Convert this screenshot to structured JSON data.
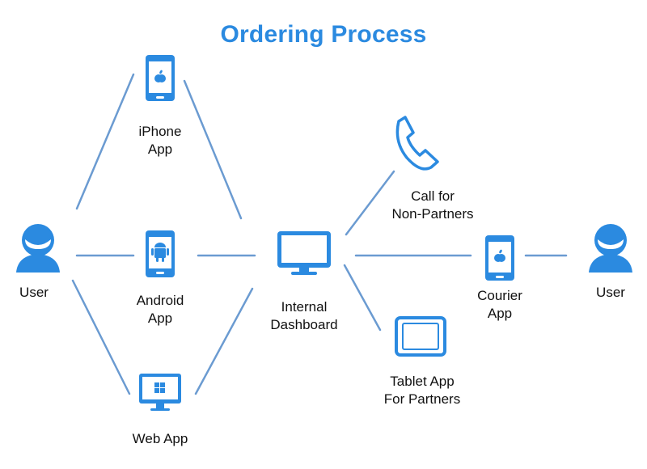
{
  "title": "Ordering Process",
  "colors": {
    "title": "#2b8ae0",
    "icon": "#2b8ae0",
    "connector": "#6b9bd1",
    "text": "#111111"
  },
  "nodes": {
    "user_left": {
      "label": "User",
      "icon": "user-icon"
    },
    "iphone_app": {
      "line1": "iPhone",
      "line2": "App",
      "icon": "iphone-icon"
    },
    "android_app": {
      "line1": "Android",
      "line2": "App",
      "icon": "android-phone-icon"
    },
    "web_app": {
      "label": "Web App",
      "icon": "desktop-windows-icon"
    },
    "internal_dashboard": {
      "line1": "Internal",
      "line2": "Dashboard",
      "icon": "monitor-icon"
    },
    "call_non_partners": {
      "line1": "Call for",
      "line2": "Non-Partners",
      "icon": "phone-handset-icon"
    },
    "courier_app": {
      "line1": "Courier",
      "line2": "App",
      "icon": "iphone-icon"
    },
    "tablet_app": {
      "line1": "Tablet App",
      "line2": "For Partners",
      "icon": "tablet-icon"
    },
    "user_right": {
      "label": "User",
      "icon": "user-icon"
    }
  }
}
